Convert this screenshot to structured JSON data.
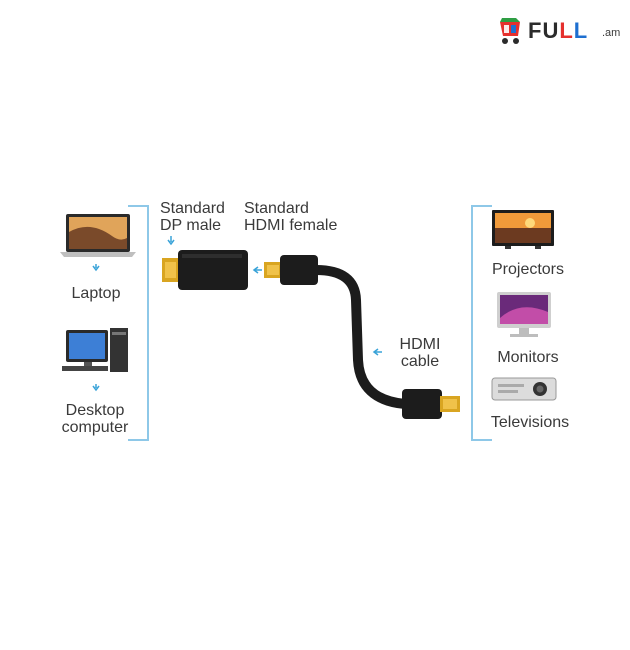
{
  "brand": {
    "name": "FULL",
    "tld": ".am",
    "colors": {
      "red": "#e5302d",
      "green": "#2f9e44",
      "blue": "#1e6fd0",
      "dark": "#2b2b2b"
    }
  },
  "left_group": {
    "items": [
      {
        "label": "Laptop",
        "icon": "laptop-icon"
      },
      {
        "label_lines": [
          "Desktop",
          "computer"
        ],
        "icon": "desktop-computer-icon"
      }
    ]
  },
  "adapter": {
    "dp_label_lines": [
      "Standard",
      "DP male"
    ],
    "hdmi_label_lines": [
      "Standard",
      "HDMI female"
    ]
  },
  "cable": {
    "label_lines": [
      "HDMI",
      "cable"
    ]
  },
  "right_group": {
    "items": [
      {
        "label": "Projectors",
        "icon": "projector-screen-icon"
      },
      {
        "label": "Monitors",
        "icon": "monitor-icon"
      },
      {
        "label": "Televisions",
        "icon": "projector-icon"
      }
    ]
  },
  "colors": {
    "bracket": "#8ec8e8",
    "arrow": "#3aa3d8",
    "connector_gold": "#d9a521",
    "body_black": "#1c1c1c"
  }
}
